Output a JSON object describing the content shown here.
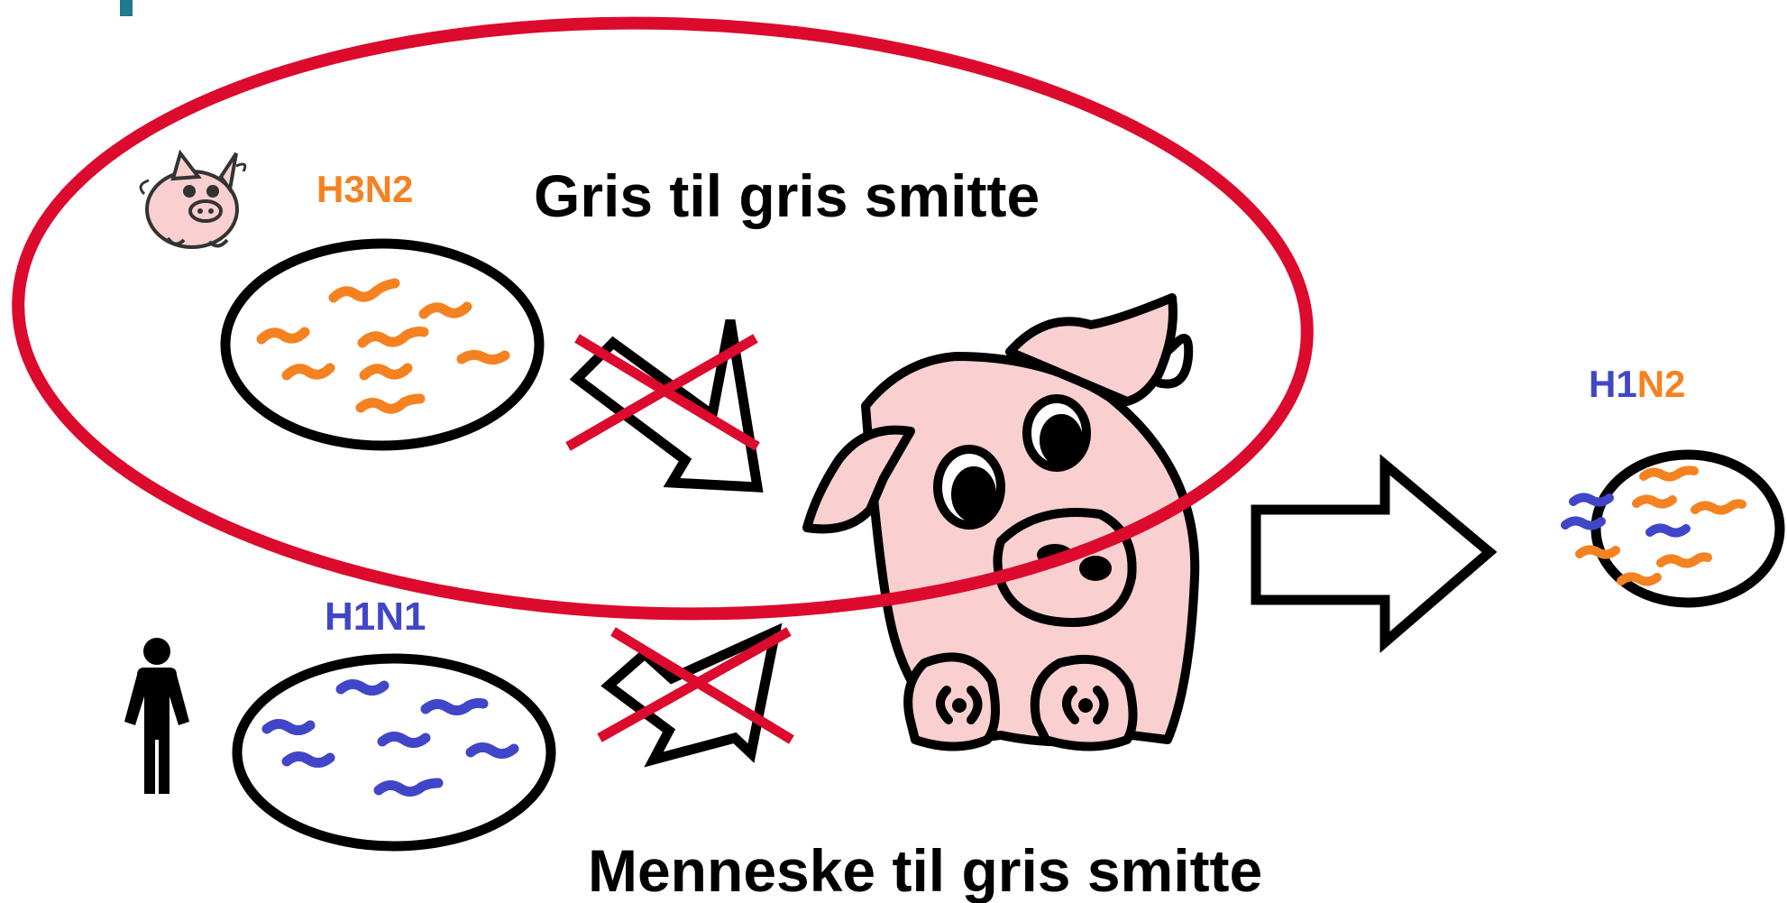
{
  "labels": {
    "top_caption": "Gris til gris smitte",
    "bottom_caption": "Menneske til gris smitte",
    "strain_pig": "H3N2",
    "strain_human": "H1N1",
    "strain_result_h1": "H1",
    "strain_result_n2": "N2"
  },
  "colors": {
    "orange": "#F58220",
    "blue": "#4146C8",
    "red_mark": "#DC0A2D",
    "pig_pink": "#F9CFCF",
    "teal": "#1F7A8C"
  },
  "icons": {
    "small_pig": "pig-icon",
    "person": "person-icon",
    "big_pig": "pig-illustration",
    "arrow": "arrow-icon",
    "cross": "cross-mark"
  }
}
